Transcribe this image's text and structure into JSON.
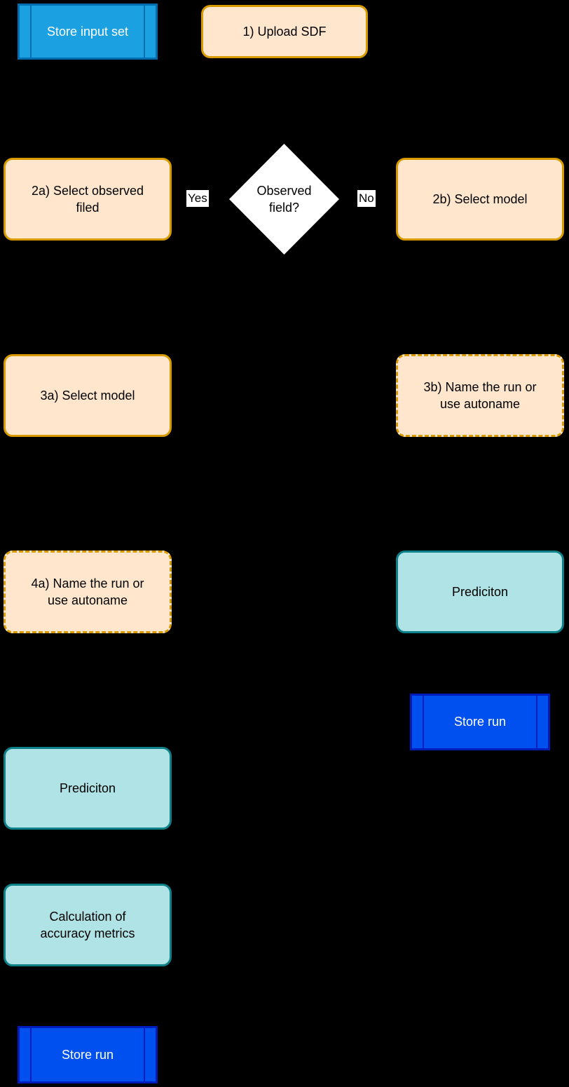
{
  "diagram": {
    "background": "#000000",
    "colors": {
      "process_fill": "#FFE6CC",
      "process_stroke": "#D79B00",
      "result_fill": "#B0E3E6",
      "result_stroke": "#0E8088",
      "store_input_fill": "#1BA1E2",
      "store_input_stroke": "#006EAF",
      "store_run_fill": "#0050EF",
      "store_run_stroke": "#001DBC",
      "decision_fill": "#FFFFFF",
      "text_dark": "#000000",
      "text_light": "#FFFFFF"
    },
    "nodes": {
      "store_input_set": {
        "label": "Store input set",
        "shape": "predefined-process"
      },
      "upload_sdf": {
        "label": "1) Upload SDF",
        "shape": "rounded-process"
      },
      "decision": {
        "label": "Observed\nfield?",
        "shape": "diamond"
      },
      "select_observed": {
        "label": "2a) Select observed\nfiled",
        "shape": "rounded-process"
      },
      "select_model_b": {
        "label": "2b) Select model",
        "shape": "rounded-process"
      },
      "select_model_a": {
        "label": "3a) Select model",
        "shape": "rounded-process"
      },
      "name_run_b": {
        "label": "3b) Name the run or\nuse autoname",
        "shape": "rounded-process-dashed"
      },
      "name_run_a": {
        "label": "4a) Name the run or\nuse autoname",
        "shape": "rounded-process-dashed"
      },
      "prediction_b": {
        "label": "Prediciton",
        "shape": "rounded-result"
      },
      "store_run_b": {
        "label": "Store run",
        "shape": "predefined-process"
      },
      "prediction_a": {
        "label": "Prediciton",
        "shape": "rounded-result"
      },
      "calc_metrics": {
        "label": "Calculation of\naccuracy metrics",
        "shape": "rounded-result"
      },
      "store_run_a": {
        "label": "Store run",
        "shape": "predefined-process"
      }
    },
    "edge_labels": {
      "yes": "Yes",
      "no": "No"
    }
  }
}
